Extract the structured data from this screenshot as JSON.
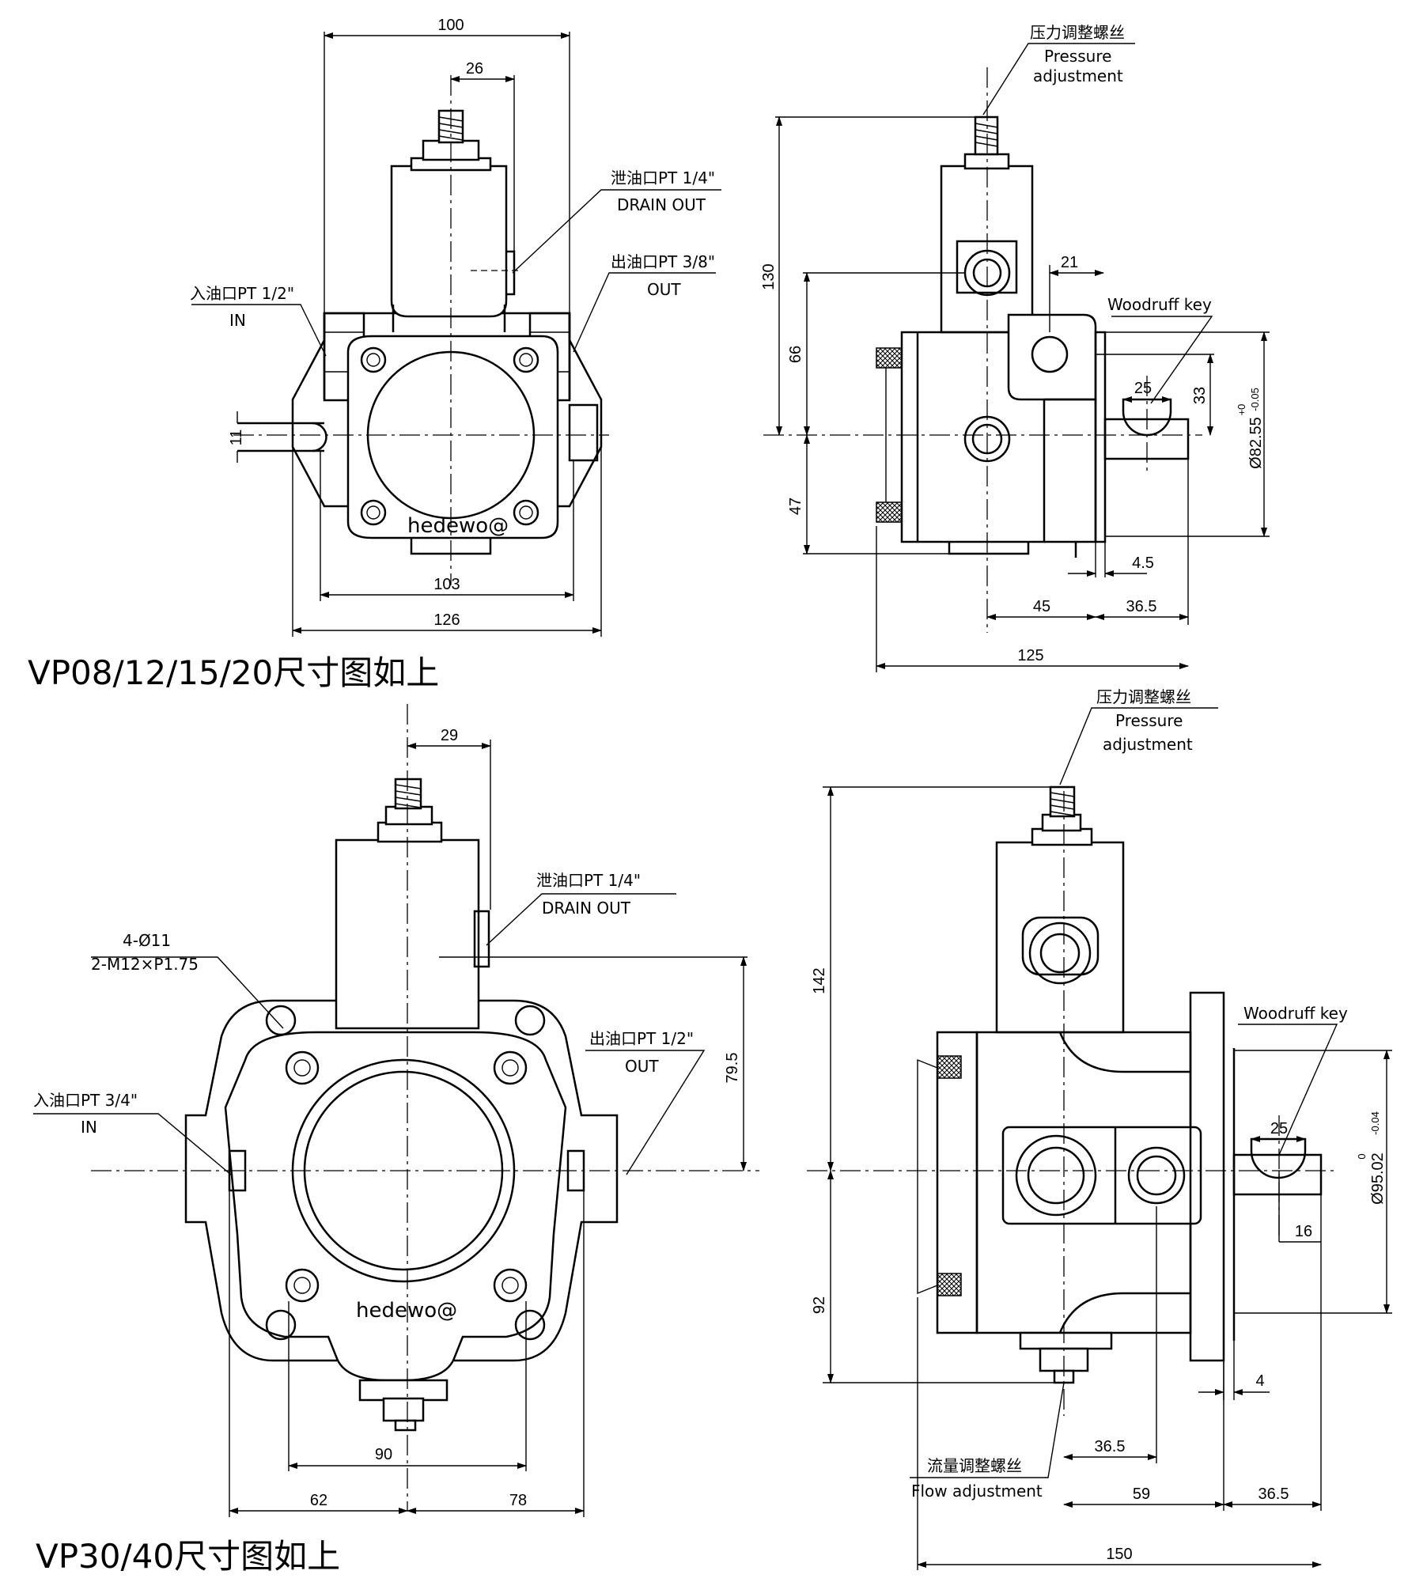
{
  "top": {
    "caption": "VP08/12/15/20尺寸图如上",
    "front": {
      "dim_100": "100",
      "dim_26": "26",
      "dim_11": "11",
      "dim_103": "103",
      "dim_126": "126",
      "drain_cn": "泄油口PT 1/4\"",
      "drain_en": "DRAIN OUT",
      "out_cn": "出油口PT 3/8\"",
      "out_en": "OUT",
      "in_cn": "入油口PT 1/2\"",
      "in_en": "IN",
      "watermark": "hedewo@"
    },
    "side": {
      "pressure_cn": "压力调整螺丝",
      "pressure_en1": "Pressure",
      "pressure_en2": "adjustment",
      "dim_130": "130",
      "dim_66": "66",
      "dim_47": "47",
      "dim_21": "21",
      "dim_25": "25",
      "dim_33": "33",
      "dim_4_5": "4.5",
      "dim_45": "45",
      "dim_36_5": "36.5",
      "dim_125": "125",
      "shaft_dia": "Ø82.55",
      "tol_upper": "+0",
      "tol_lower": "-0.05",
      "woodruff": "Woodruff  key"
    }
  },
  "bottom": {
    "caption": "VP30/40尺寸图如上",
    "front": {
      "dim_29": "29",
      "holes1": "4-Ø11",
      "holes2": "2-M12×P1.75",
      "drain_cn": "泄油口PT 1/4\"",
      "drain_en": "DRAIN OUT",
      "out_cn": "出油口PT 1/2\"",
      "out_en": "OUT",
      "in_cn": "入油口PT 3/4\"",
      "in_en": "IN",
      "dim_79_5": "79.5",
      "dim_90": "90",
      "dim_62": "62",
      "dim_78": "78",
      "watermark": "hedewo@"
    },
    "side": {
      "pressure_cn": "压力调整螺丝",
      "pressure_en1": "Pressure",
      "pressure_en2": "adjustment",
      "dim_142": "142",
      "dim_92": "92",
      "woodruff": "Woodruff  key",
      "dim_25": "25",
      "dim_16": "16",
      "shaft_dia": "Ø95.02",
      "tol_upper": "0",
      "tol_lower": "-0.04",
      "dim_4": "4",
      "dim_36_5a": "36.5",
      "dim_59": "59",
      "dim_36_5b": "36.5",
      "dim_150": "150",
      "flow_cn": "流量调整螺丝",
      "flow_en": "Flow adjustment"
    }
  }
}
